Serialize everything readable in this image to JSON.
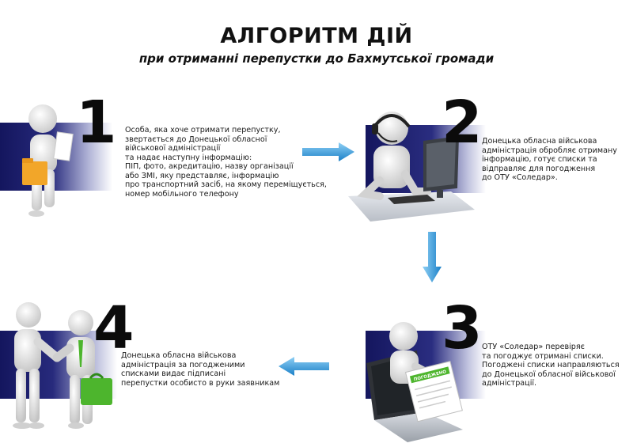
{
  "header": {
    "title": "АЛГОРИТМ ДІЙ",
    "subtitle": "при отриманні перепустки до Бахмутської громади"
  },
  "steps": [
    {
      "number": "1",
      "lines": [
        "Особа, яка хоче отримати перепустку,",
        "звертається до Донецької обласної",
        "військової адміністрації",
        "та надає наступну інформацію:",
        "ПІП, фото, акредитацію, назву організації",
        "або ЗМІ, яку представляє, інформацію",
        "про транспортний засіб, на якому переміщується,",
        "номер мобільного телефону"
      ]
    },
    {
      "number": "2",
      "lines": [
        "Донецька обласна військова",
        "адміністрація обробляє отриману",
        "інформацію, готує списки та",
        "відправляє для погодження",
        "до ОТУ «Соледар»."
      ]
    },
    {
      "number": "3",
      "lines": [
        "ОТУ «Соледар» перевіряє",
        "та погоджує отримані списки.",
        "Погоджені списки направляються",
        "до Донецької обласної військової",
        "адміністрації."
      ]
    },
    {
      "number": "4",
      "lines": [
        "Донецька обласна військова",
        "адміністрація за погодженими",
        "списками видає підписані",
        "перепустки особисто в руки заявникам"
      ]
    }
  ],
  "document_label": "ПОГОДЖЕНО",
  "icons": {
    "step1": "person-with-folder-icon",
    "step2": "operator-at-computer-icon",
    "step3": "person-in-laptop-with-document-icon",
    "step4": "handshake-icon"
  },
  "colors": {
    "band": "#1f2270",
    "arrow": "#1e8fd6",
    "folder": "#f2a629",
    "bag": "#4db52d"
  }
}
